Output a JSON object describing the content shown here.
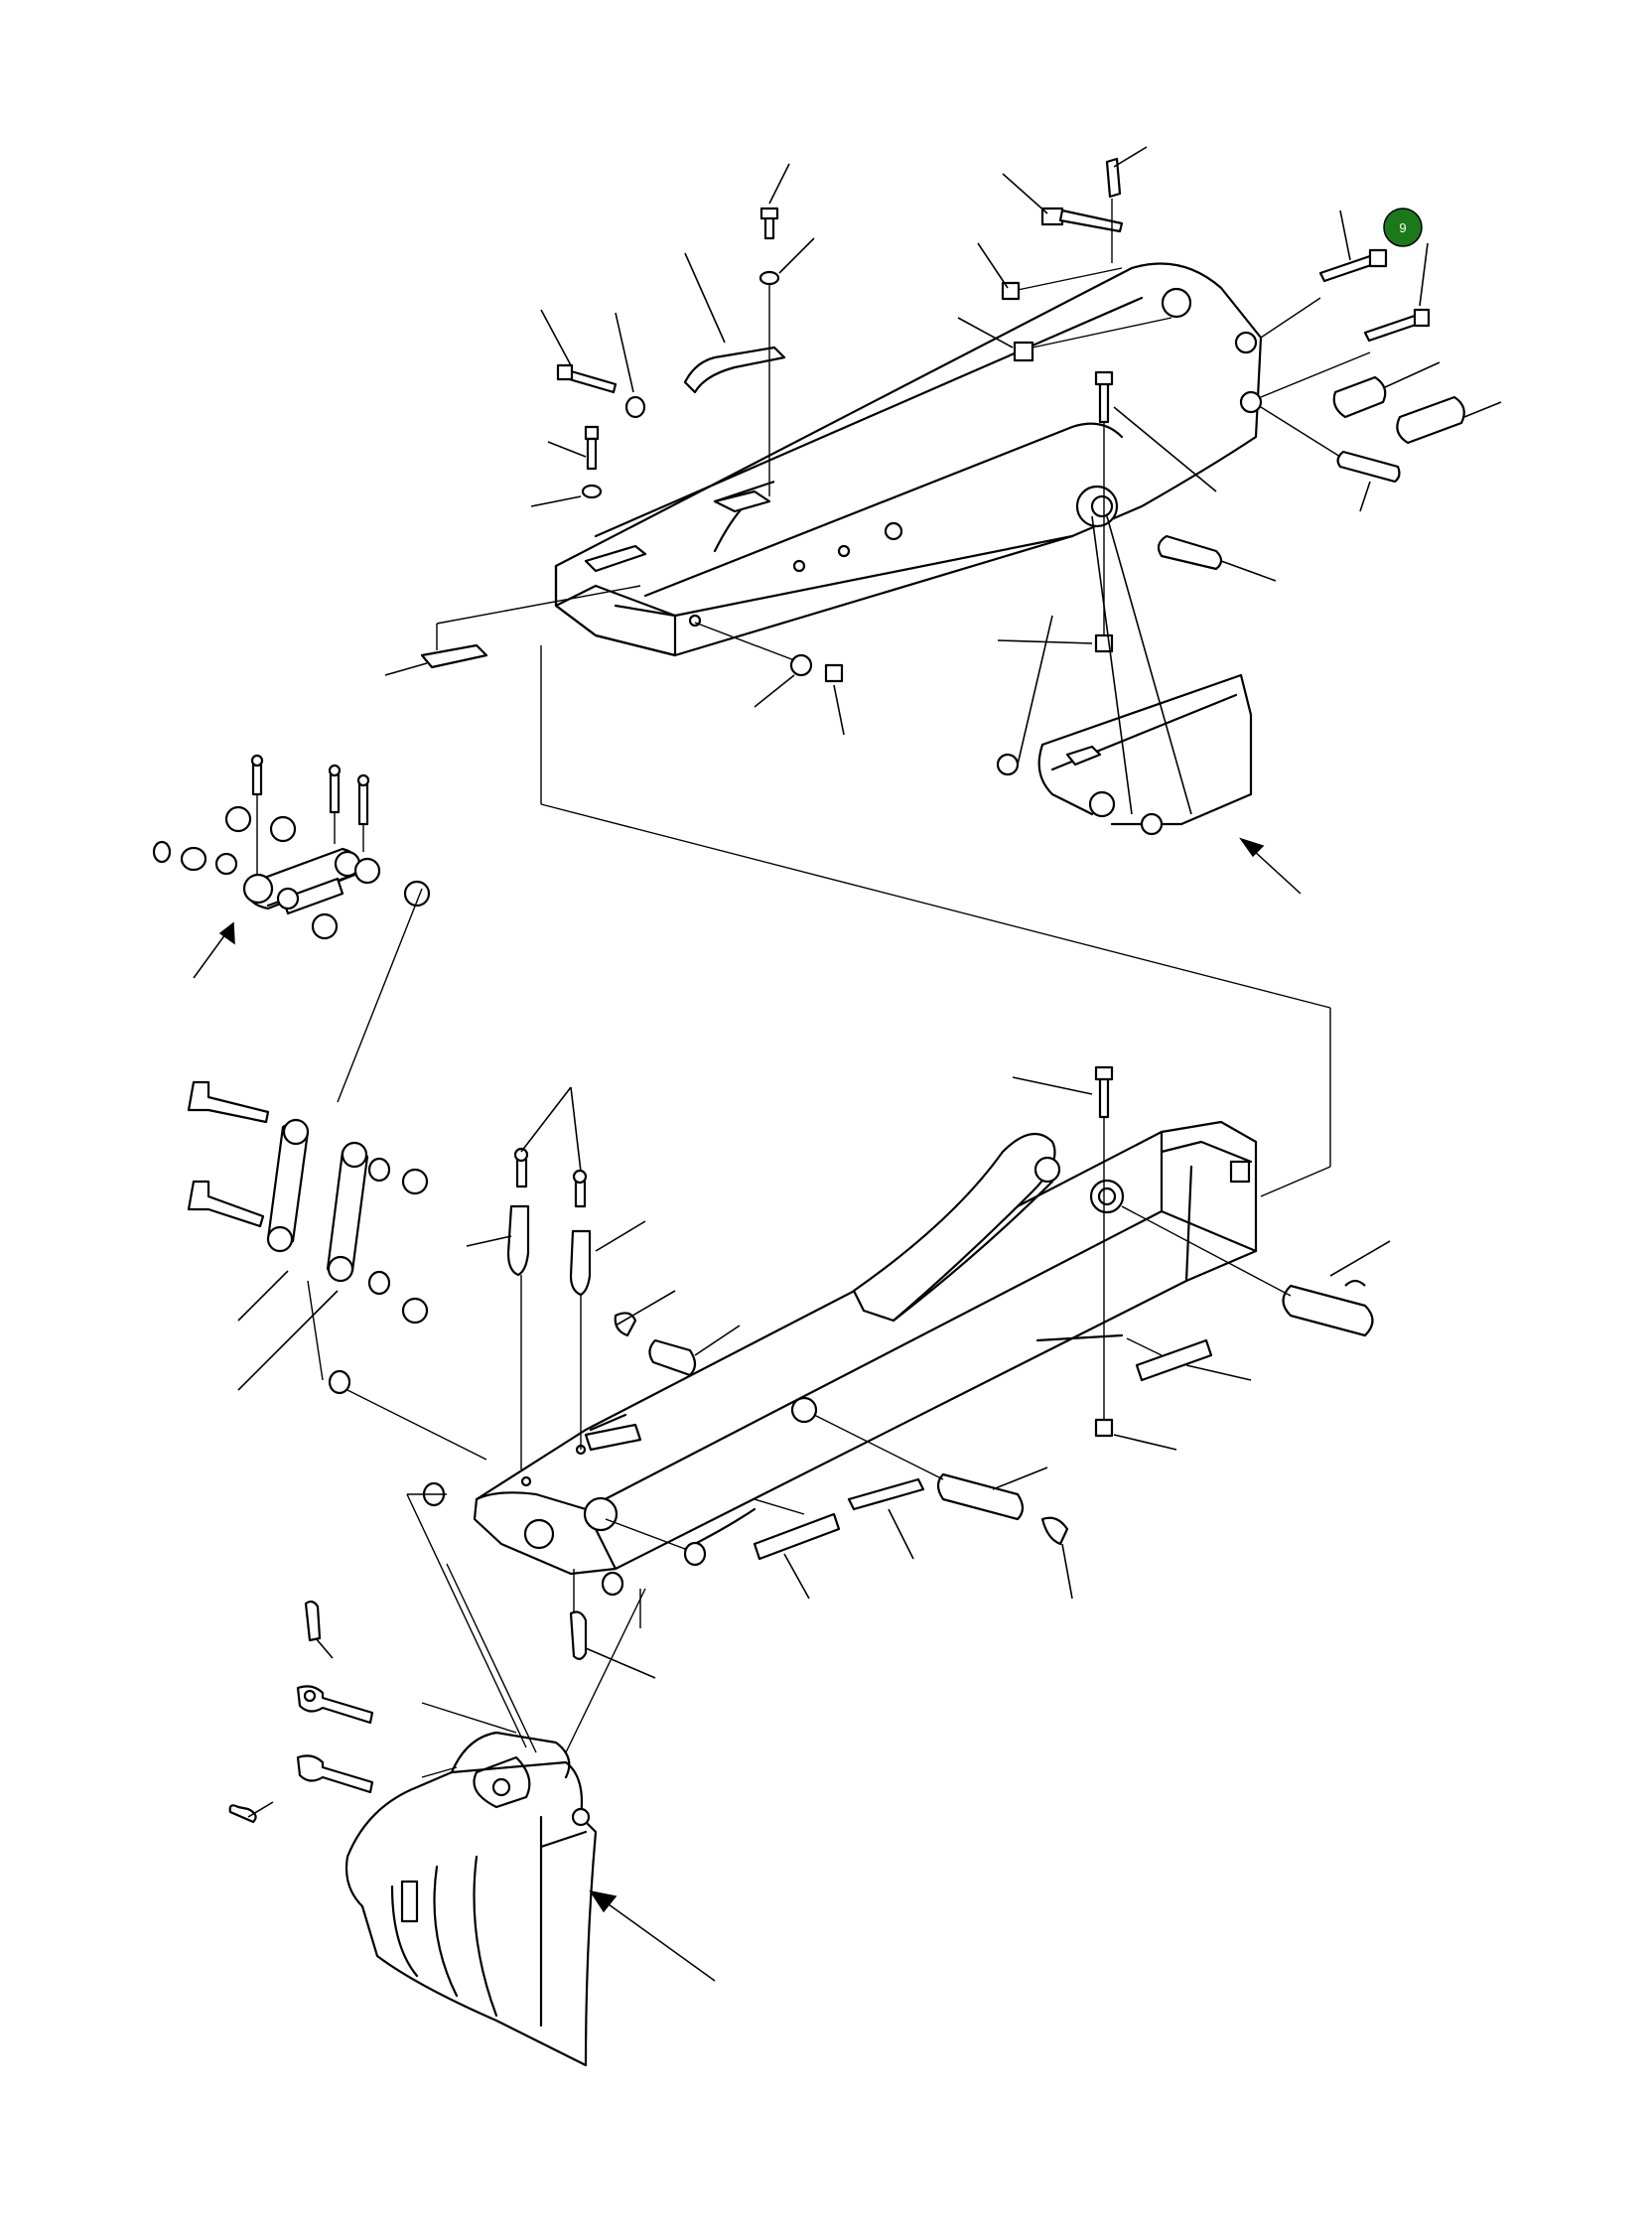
{
  "title": "",
  "callouts": [
    {
      "id": "callout-9",
      "label": "9",
      "color": "#1a7a1a"
    }
  ],
  "assemblies": [
    {
      "name": "upper-dipper-arm"
    },
    {
      "name": "lower-boom-arm"
    },
    {
      "name": "link-assembly"
    },
    {
      "name": "bucket"
    }
  ]
}
